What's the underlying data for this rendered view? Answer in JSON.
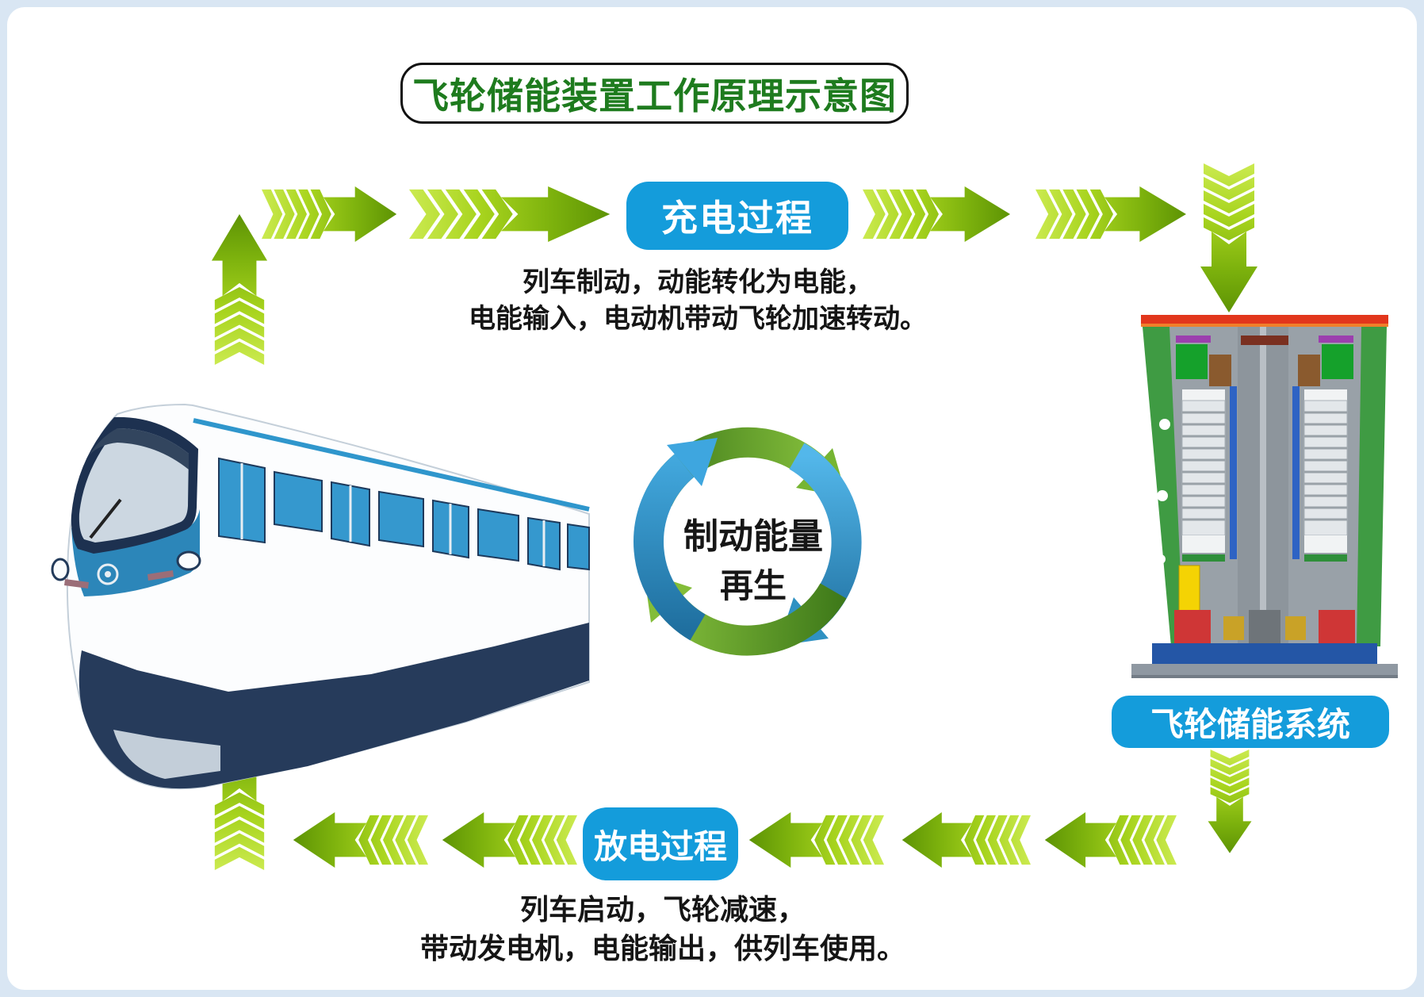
{
  "canvas": {
    "background": "#ffffff",
    "frame_color": "#d9e6f3"
  },
  "title": {
    "text": "飞轮储能装置工作原理示意图",
    "color": "#1e7b1e"
  },
  "charge": {
    "button_label": "充电过程",
    "desc_line1": "列车制动，动能转化为电能，",
    "desc_line2": "电能输入，电动机带动飞轮加速转动。"
  },
  "discharge": {
    "button_label": "放电过程",
    "desc_line1": "列车启动，飞轮减速，",
    "desc_line2": "带动发电机，电能输出，供列车使用。"
  },
  "cycle": {
    "line1": "制动能量",
    "line2": "再生"
  },
  "flywheel": {
    "label": "飞轮储能系统"
  },
  "colors": {
    "process_blue": "#149cdb",
    "title_green": "#1e7b1e",
    "arrow_green_dark": "#5c9204",
    "arrow_green_light": "#cbea50",
    "cycle_green": "#8cc63f",
    "cycle_blue": "#2d9fd6"
  },
  "icons": [
    "flow-arrow-right-icon",
    "flow-arrow-left-icon",
    "flow-arrow-up-icon",
    "flow-arrow-down-icon",
    "recycle-arrows-icon",
    "train-illustration",
    "flywheel-device-illustration"
  ]
}
